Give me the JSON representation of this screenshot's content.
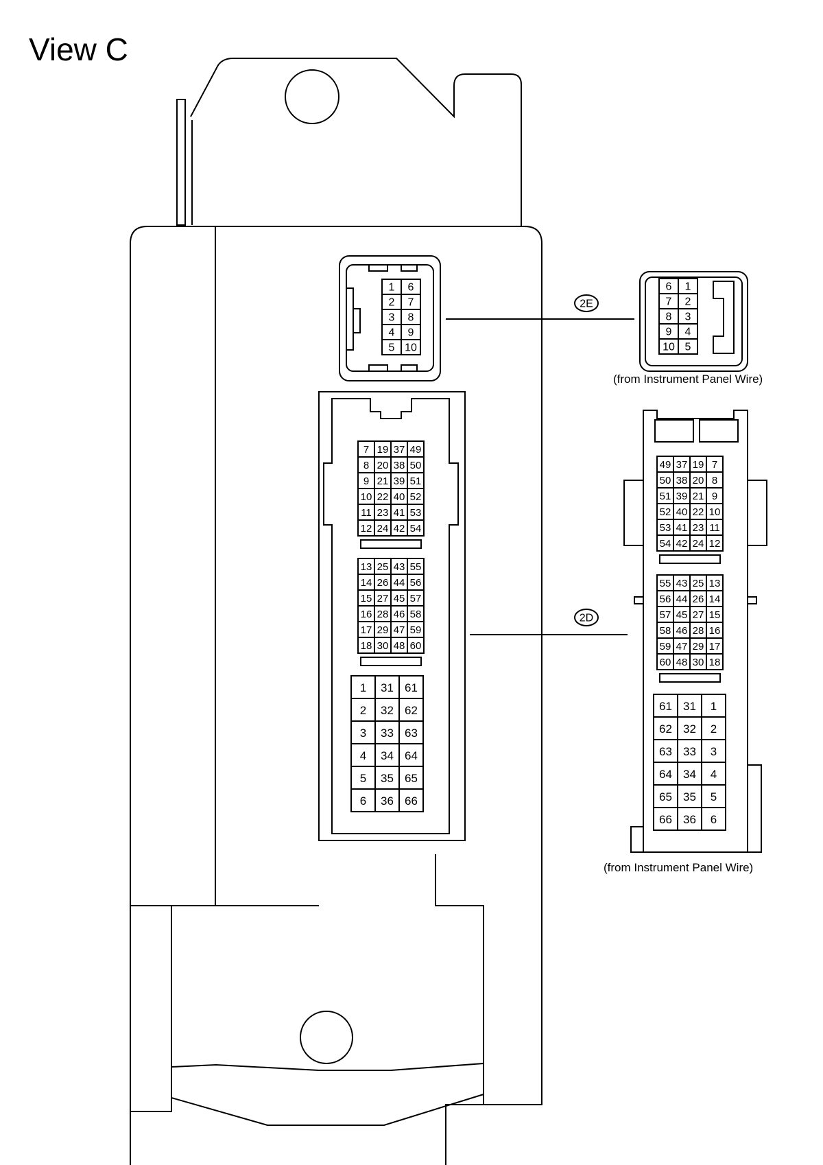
{
  "title": "View C",
  "connectors": {
    "c2E": {
      "tag": "2E",
      "caption": "(from Instrument Panel Wire)",
      "left_rows": [
        [
          "1",
          "6"
        ],
        [
          "2",
          "7"
        ],
        [
          "3",
          "8"
        ],
        [
          "4",
          "9"
        ],
        [
          "5",
          "10"
        ]
      ],
      "right_rows": [
        [
          "6",
          "1"
        ],
        [
          "7",
          "2"
        ],
        [
          "8",
          "3"
        ],
        [
          "9",
          "4"
        ],
        [
          "10",
          "5"
        ]
      ]
    },
    "c2D": {
      "tag": "2D",
      "caption": "(from Instrument Panel Wire)",
      "left_block1": [
        [
          "7",
          "19",
          "37",
          "49"
        ],
        [
          "8",
          "20",
          "38",
          "50"
        ],
        [
          "9",
          "21",
          "39",
          "51"
        ],
        [
          "10",
          "22",
          "40",
          "52"
        ],
        [
          "11",
          "23",
          "41",
          "53"
        ],
        [
          "12",
          "24",
          "42",
          "54"
        ]
      ],
      "left_block2": [
        [
          "13",
          "25",
          "43",
          "55"
        ],
        [
          "14",
          "26",
          "44",
          "56"
        ],
        [
          "15",
          "27",
          "45",
          "57"
        ],
        [
          "16",
          "28",
          "46",
          "58"
        ],
        [
          "17",
          "29",
          "47",
          "59"
        ],
        [
          "18",
          "30",
          "48",
          "60"
        ]
      ],
      "left_block3": [
        [
          "1",
          "31",
          "61"
        ],
        [
          "2",
          "32",
          "62"
        ],
        [
          "3",
          "33",
          "63"
        ],
        [
          "4",
          "34",
          "64"
        ],
        [
          "5",
          "35",
          "65"
        ],
        [
          "6",
          "36",
          "66"
        ]
      ],
      "right_block1": [
        [
          "49",
          "37",
          "19",
          "7"
        ],
        [
          "50",
          "38",
          "20",
          "8"
        ],
        [
          "51",
          "39",
          "21",
          "9"
        ],
        [
          "52",
          "40",
          "22",
          "10"
        ],
        [
          "53",
          "41",
          "23",
          "11"
        ],
        [
          "54",
          "42",
          "24",
          "12"
        ]
      ],
      "right_block2": [
        [
          "55",
          "43",
          "25",
          "13"
        ],
        [
          "56",
          "44",
          "26",
          "14"
        ],
        [
          "57",
          "45",
          "27",
          "15"
        ],
        [
          "58",
          "46",
          "28",
          "16"
        ],
        [
          "59",
          "47",
          "29",
          "17"
        ],
        [
          "60",
          "48",
          "30",
          "18"
        ]
      ],
      "right_block3": [
        [
          "61",
          "31",
          "1"
        ],
        [
          "62",
          "32",
          "2"
        ],
        [
          "63",
          "33",
          "3"
        ],
        [
          "64",
          "34",
          "4"
        ],
        [
          "65",
          "35",
          "5"
        ],
        [
          "66",
          "36",
          "6"
        ]
      ]
    }
  }
}
